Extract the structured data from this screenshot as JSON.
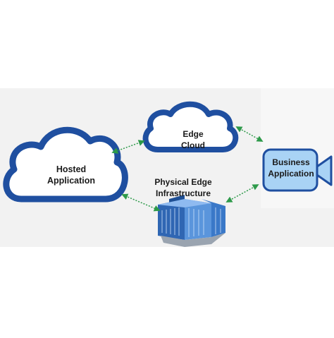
{
  "diagram": {
    "nodes": {
      "hosted": {
        "line1": "Hosted",
        "line2": "Application"
      },
      "edge_cloud": {
        "line1": "Edge",
        "line2": "Cloud"
      },
      "physical": {
        "line1": "Physical Edge",
        "line2": "Infrastructure"
      },
      "business": {
        "line1": "Business",
        "line2": "Application"
      }
    },
    "edges": [
      {
        "from": "hosted",
        "to": "edge_cloud",
        "style": "bidirectional-dashed"
      },
      {
        "from": "hosted",
        "to": "physical",
        "style": "bidirectional-dashed"
      },
      {
        "from": "edge_cloud",
        "to": "business",
        "style": "bidirectional-dashed"
      },
      {
        "from": "physical",
        "to": "business",
        "style": "bidirectional-dashed"
      }
    ],
    "colors": {
      "cloud_stroke": "#1f4fa0",
      "connector": "#2e9a4a",
      "business_fill": "#a9d3f5",
      "business_stroke": "#1f4fa0",
      "building": "#3a78c8",
      "background_band": "#f2f2f2"
    }
  }
}
